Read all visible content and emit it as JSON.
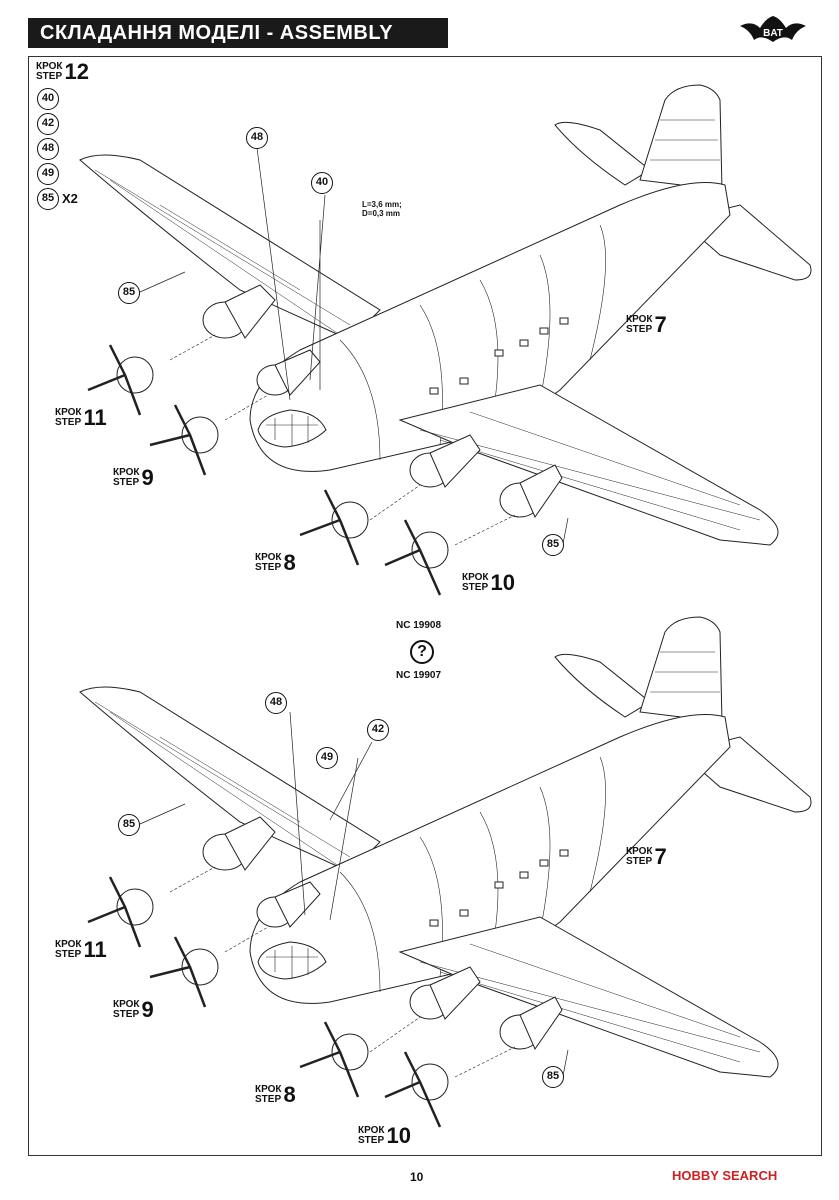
{
  "header": {
    "title": "СКЛАДАННЯ МОДЕЛІ - ASSEMBLY",
    "logo_text": "BAT"
  },
  "step_main": {
    "krok": "КРОК",
    "step": "STEP",
    "number": "12"
  },
  "parts_list": [
    {
      "id": "40",
      "qty": ""
    },
    {
      "id": "42",
      "qty": ""
    },
    {
      "id": "48",
      "qty": ""
    },
    {
      "id": "49",
      "qty": ""
    },
    {
      "id": "85",
      "qty": "X2"
    }
  ],
  "top": {
    "callouts": [
      "48",
      "40",
      "85",
      "85"
    ],
    "drill_note": {
      "line1": "L=3,6 mm;",
      "line2": "D=0,3 mm"
    },
    "refs": [
      {
        "krok": "КРОК",
        "step": "STEP",
        "num": "7"
      },
      {
        "krok": "КРОК",
        "step": "STEP",
        "num": "11"
      },
      {
        "krok": "КРОК",
        "step": "STEP",
        "num": "9"
      },
      {
        "krok": "КРОК",
        "step": "STEP",
        "num": "8"
      },
      {
        "krok": "КРОК",
        "step": "STEP",
        "num": "10"
      }
    ]
  },
  "middle": {
    "reg_top": "NC 19908",
    "question": "?",
    "reg_bottom": "NC 19907"
  },
  "bottom": {
    "callouts": [
      "48",
      "49",
      "42",
      "85",
      "85"
    ],
    "refs": [
      {
        "krok": "КРОК",
        "step": "STEP",
        "num": "7"
      },
      {
        "krok": "КРОК",
        "step": "STEP",
        "num": "11"
      },
      {
        "krok": "КРОК",
        "step": "STEP",
        "num": "9"
      },
      {
        "krok": "КРОК",
        "step": "STEP",
        "num": "8"
      },
      {
        "krok": "КРОК",
        "step": "STEP",
        "num": "10"
      }
    ]
  },
  "footer": {
    "page_number": "10",
    "watermark": "HOBBY SEARCH"
  }
}
